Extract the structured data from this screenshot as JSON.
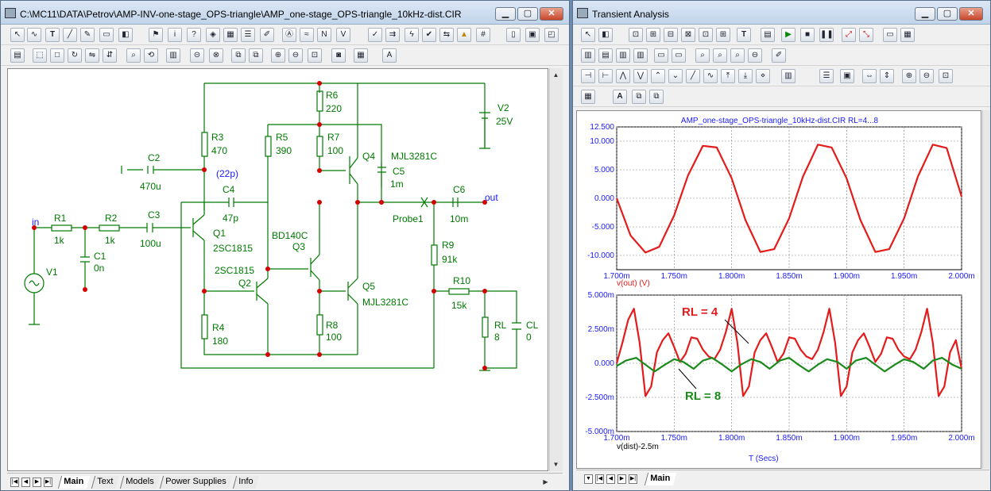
{
  "schematic_window": {
    "title": "C:\\MC11\\DATA\\Petrov\\AMP-INV-one-stage_OPS-triangle\\AMP_one-stage_OPS-triangle_10kHz-dist.CIR",
    "tabs": [
      "Main",
      "Text",
      "Models",
      "Power Supplies",
      "Info"
    ],
    "active_tab": "Main"
  },
  "window_buttons": {
    "minimize": "▁",
    "maximize": "▢",
    "close": "✕"
  },
  "schematic": {
    "components": {
      "R1": {
        "name": "R1",
        "value": "1k"
      },
      "R2": {
        "name": "R2",
        "value": "1k"
      },
      "C3": {
        "name": "C3",
        "value": "100u"
      },
      "C1": {
        "name": "C1",
        "value": "0n"
      },
      "V1": {
        "name": "V1"
      },
      "C2": {
        "name": "C2",
        "value": "470u"
      },
      "R3": {
        "name": "R3",
        "value": "470"
      },
      "R4": {
        "name": "R4",
        "value": "180"
      },
      "C4": {
        "name": "C4",
        "value": "47p",
        "note": "(22p)"
      },
      "Q1": {
        "name": "Q1",
        "model": "2SC1815"
      },
      "Q2": {
        "name": "Q2",
        "model": "2SC1815"
      },
      "R5": {
        "name": "R5",
        "value": "390"
      },
      "R6": {
        "name": "R6",
        "value": "220"
      },
      "R7": {
        "name": "R7",
        "value": "100"
      },
      "R8": {
        "name": "R8",
        "value": "100"
      },
      "Q3": {
        "name": "Q3",
        "model": "BD140C"
      },
      "Q4": {
        "name": "Q4",
        "model": "MJL3281C"
      },
      "Q5": {
        "name": "Q5",
        "model": "MJL3281C"
      },
      "C5": {
        "name": "C5",
        "value": "1m"
      },
      "C6": {
        "name": "C6",
        "value": "10m"
      },
      "R9": {
        "name": "R9",
        "value": "91k"
      },
      "R10": {
        "name": "R10",
        "value": "15k"
      },
      "RL": {
        "name": "RL",
        "value": "8"
      },
      "CL": {
        "name": "CL",
        "value": "0"
      },
      "V2": {
        "name": "V2",
        "value": "25V"
      },
      "Probe1": {
        "name": "Probe1"
      }
    },
    "node_labels": {
      "in": "in",
      "out": "out"
    }
  },
  "transient_window": {
    "title": "Transient Analysis",
    "tabs": [
      "Main"
    ],
    "active_tab": "Main"
  },
  "icons": {
    "pointer": "pointer-icon",
    "wire": "wire-icon",
    "text": "text-icon",
    "probe": "probe-icon",
    "run": "run-icon",
    "stop": "stop-icon",
    "pause": "pause-icon",
    "zoom_in": "zoom-in-icon",
    "zoom_out": "zoom-out-icon"
  },
  "colors": {
    "schematic_wire": "#007a00",
    "node_dot": "#d40000",
    "component_label": "#007a00",
    "node_label": "#1a1aff",
    "trace_red": "#e41b1b",
    "trace_green": "#1a8a1a",
    "axis_text": "#1a1aff",
    "grid": "#808080"
  },
  "chart_data": [
    {
      "type": "line",
      "title": "AMP_one-stage_OPS-triangle_10kHz-dist.CIR RL=4...8",
      "xlabel": "v(out) (V)",
      "x_ticks": [
        "1.700m",
        "1.750m",
        "1.800m",
        "1.850m",
        "1.900m",
        "1.950m",
        "2.000m"
      ],
      "y_ticks": [
        "12.500",
        "10.000",
        "5.000",
        "0.000",
        "-5.000",
        "-10.000"
      ],
      "xlim": [
        0.0017,
        0.002
      ],
      "ylim": [
        -12.5,
        12.5
      ],
      "grid": true,
      "series": [
        {
          "color": "#e41b1b",
          "x": [
            0.0017,
            0.001712,
            0.001725,
            0.001737,
            0.00175,
            0.001762,
            0.001775,
            0.001787,
            0.0018,
            0.001812,
            0.001825,
            0.001837,
            0.00185,
            0.001862,
            0.001875,
            0.001887,
            0.0019,
            0.001912,
            0.001925,
            0.001937,
            0.00195,
            0.001962,
            0.001975,
            0.001987,
            0.002
          ],
          "values": [
            0.0,
            -6.5,
            -9.5,
            -8.5,
            -3.0,
            4.0,
            9.2,
            8.9,
            3.5,
            -3.8,
            -9.4,
            -8.9,
            -3.5,
            3.8,
            9.4,
            8.9,
            3.5,
            -3.8,
            -9.4,
            -8.9,
            -3.5,
            3.8,
            9.4,
            8.8,
            0.3
          ]
        }
      ]
    },
    {
      "type": "line",
      "xlabel": "v(dist)-2.5m",
      "axis_caption": "T (Secs)",
      "x_ticks": [
        "1.700m",
        "1.750m",
        "1.800m",
        "1.850m",
        "1.900m",
        "1.950m",
        "2.000m"
      ],
      "y_ticks": [
        "5.000m",
        "2.500m",
        "0.000",
        "-2.500m",
        "-5.000m"
      ],
      "xlim": [
        0.0017,
        0.002
      ],
      "ylim": [
        -0.005,
        0.005
      ],
      "grid": true,
      "series": [
        {
          "name": "RL = 4",
          "color": "#e41b1b",
          "x": [
            0.0017,
            0.001705,
            0.00171,
            0.001715,
            0.00172,
            0.001725,
            0.00173,
            0.001735,
            0.00174,
            0.001745,
            0.00175,
            0.001755,
            0.00176,
            0.001765,
            0.00177,
            0.001775,
            0.00178,
            0.001785,
            0.00179,
            0.001795,
            0.0018,
            0.001805,
            0.00181,
            0.001815,
            0.00182,
            0.001825,
            0.00183,
            0.001835,
            0.00184,
            0.001845,
            0.00185,
            0.001855,
            0.00186,
            0.001865,
            0.00187,
            0.001875,
            0.00188,
            0.001885,
            0.00189,
            0.001895,
            0.0019,
            0.001905,
            0.00191,
            0.001915,
            0.00192,
            0.001925,
            0.00193,
            0.001935,
            0.00194,
            0.001945,
            0.00195,
            0.001955,
            0.00196,
            0.001965,
            0.00197,
            0.001975,
            0.00198,
            0.001985,
            0.00199,
            0.001995,
            0.002
          ],
          "values": [
            0.0,
            0.0015,
            0.0032,
            0.004,
            0.0015,
            -0.0024,
            -0.0017,
            0.0008,
            0.0017,
            0.0022,
            0.0012,
            0.0001,
            0.0007,
            0.0019,
            0.0018,
            0.001,
            0.0005,
            0.0003,
            0.001,
            0.0023,
            0.004,
            0.0015,
            -0.0024,
            -0.0017,
            0.0008,
            0.0017,
            0.0022,
            0.0012,
            0.0001,
            0.0007,
            0.0019,
            0.0018,
            0.001,
            0.0005,
            0.0003,
            0.001,
            0.0023,
            0.004,
            0.0015,
            -0.0024,
            -0.0017,
            0.0008,
            0.0017,
            0.0022,
            0.0012,
            0.0001,
            0.0007,
            0.0019,
            0.0018,
            0.001,
            0.0005,
            0.0003,
            0.001,
            0.0023,
            0.004,
            0.0015,
            -0.0024,
            -0.0017,
            0.0008,
            0.0017,
            -0.0004
          ]
        },
        {
          "name": "RL = 8",
          "color": "#1a8a1a",
          "x": [
            0.0017,
            0.001708,
            0.001717,
            0.001725,
            0.001733,
            0.001742,
            0.00175,
            0.001758,
            0.001767,
            0.001775,
            0.001783,
            0.001792,
            0.0018,
            0.001808,
            0.001817,
            0.001825,
            0.001833,
            0.001842,
            0.00185,
            0.001858,
            0.001867,
            0.001875,
            0.001883,
            0.001892,
            0.0019,
            0.001908,
            0.001917,
            0.001925,
            0.001933,
            0.001942,
            0.00195,
            0.001958,
            0.001967,
            0.001975,
            0.001983,
            0.001992,
            0.002
          ],
          "values": [
            -0.0002,
            0.0002,
            0.0004,
            -0.0001,
            -0.0006,
            -0.0001,
            0.0003,
            0.0001,
            -0.0004,
            0.0002,
            0.0004,
            -0.0001,
            -0.0006,
            -0.0001,
            0.0003,
            0.0001,
            -0.0004,
            0.0002,
            0.0004,
            -0.0001,
            -0.0006,
            -0.0001,
            0.0003,
            0.0001,
            -0.0004,
            0.0002,
            0.0004,
            -0.0001,
            -0.0006,
            -0.0001,
            0.0003,
            0.0001,
            -0.0004,
            0.0002,
            0.0004,
            -0.0001,
            -0.0004
          ]
        }
      ]
    }
  ]
}
